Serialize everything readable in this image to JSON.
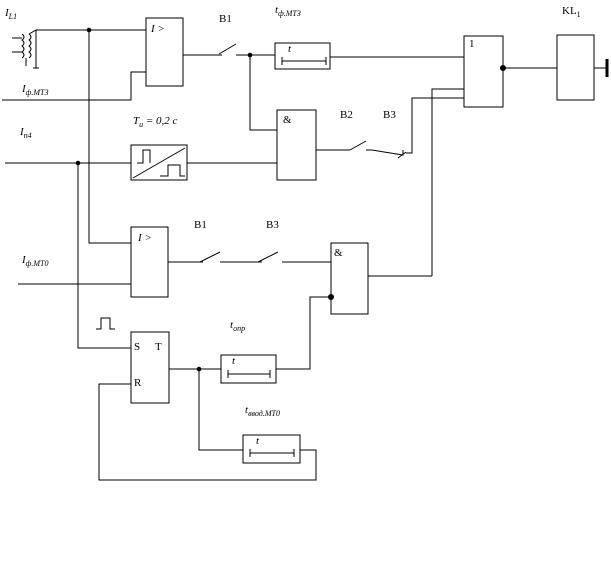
{
  "labels": {
    "i_l1": "I",
    "i_l1_sub": "L1",
    "i_f_mtz": "I",
    "i_f_mtz_sub": "ф.МТЗ",
    "i_n4": "I",
    "i_n4_sub": "n4",
    "t_i": "T",
    "t_i_sub": "и",
    "t_i_value": " = 0,2 с",
    "i_f_mt0": "I",
    "i_f_mt0_sub": "ф.МТ0",
    "t_f_mtz": "t",
    "t_f_mtz_sub": "ф.МТЗ",
    "t_opr": "t",
    "t_opr_sub": "опр",
    "t_vvod": "t",
    "t_vvod_sub": "ввод.МТ0",
    "kl1": "KL",
    "kl1_sub": "1"
  },
  "blocks": {
    "relay_i_top": "I >",
    "relay_i_mid": "I >",
    "and_top": "&",
    "and_bottom": "&",
    "or_block": "1",
    "trigger_s": "S",
    "trigger_t": "T",
    "trigger_r": "R",
    "timer_fmtz": "t",
    "timer_opr": "t",
    "timer_vvod": "t"
  },
  "switches": {
    "b1_top": "В1",
    "b2": "В2",
    "b3_top": "В3",
    "b1_mid": "В1",
    "b3_mid": "В3"
  }
}
